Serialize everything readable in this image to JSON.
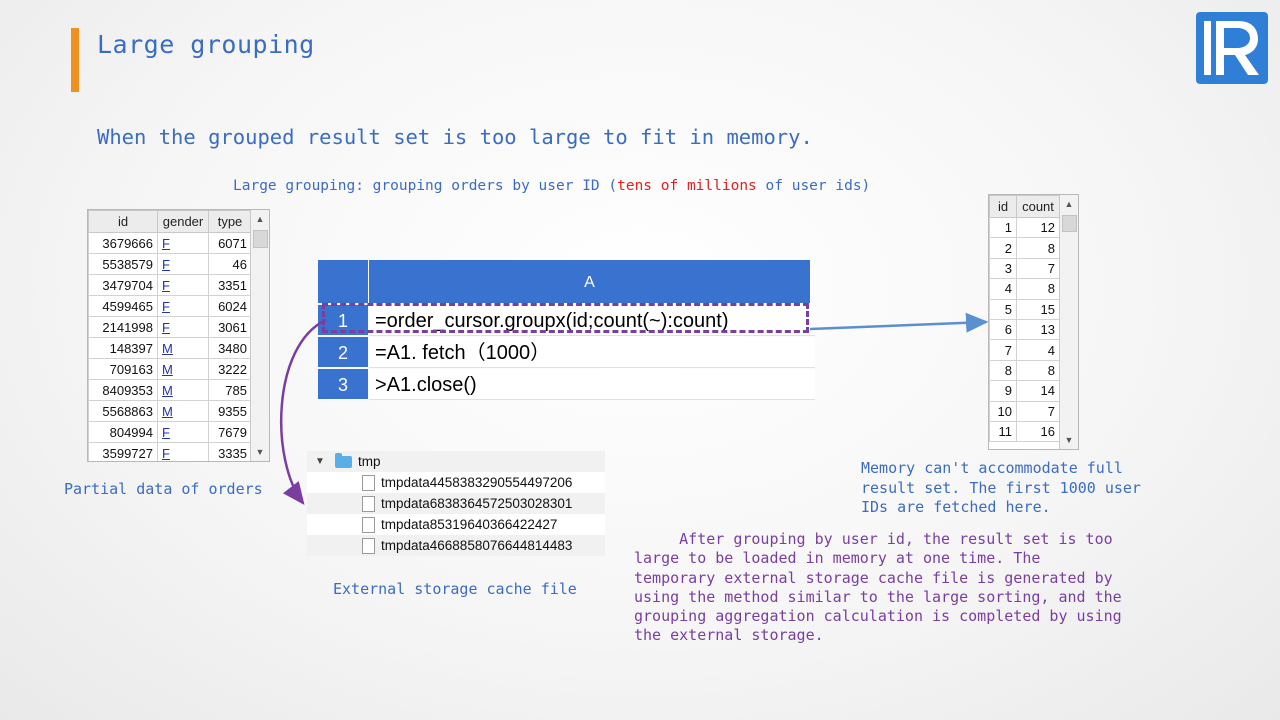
{
  "slide": {
    "title": "Large grouping",
    "subtitle": "When the grouped result set is too large to fit in memory."
  },
  "caption": {
    "part1": "Large grouping: grouping orders by user ID (",
    "highlight": "tens of millions",
    "part2": " of user ids)"
  },
  "orders_table": {
    "columns": [
      "id",
      "gender",
      "type"
    ],
    "rows": [
      [
        "3679666",
        "F",
        "6071"
      ],
      [
        "5538579",
        "F",
        "46"
      ],
      [
        "3479704",
        "F",
        "3351"
      ],
      [
        "4599465",
        "F",
        "6024"
      ],
      [
        "2141998",
        "F",
        "3061"
      ],
      [
        "148397",
        "M",
        "3480"
      ],
      [
        "709163",
        "M",
        "3222"
      ],
      [
        "8409353",
        "M",
        "785"
      ],
      [
        "5568863",
        "M",
        "9355"
      ],
      [
        "804994",
        "F",
        "7679"
      ],
      [
        "3599727",
        "F",
        "3335"
      ]
    ],
    "label": "Partial data of orders"
  },
  "code_grid": {
    "column_header": "A",
    "rows": [
      {
        "num": "1",
        "code": "=order_cursor.groupx(id;count(~):count)"
      },
      {
        "num": "2",
        "code": "=A1. fetch（1000）"
      },
      {
        "num": "3",
        "code": ">A1.close()"
      }
    ]
  },
  "result_table": {
    "columns": [
      "id",
      "count"
    ],
    "rows": [
      [
        "1",
        "12"
      ],
      [
        "2",
        "8"
      ],
      [
        "3",
        "7"
      ],
      [
        "4",
        "8"
      ],
      [
        "5",
        "15"
      ],
      [
        "6",
        "13"
      ],
      [
        "7",
        "4"
      ],
      [
        "8",
        "8"
      ],
      [
        "9",
        "14"
      ],
      [
        "10",
        "7"
      ],
      [
        "11",
        "16"
      ]
    ],
    "label_lines": [
      "Memory can't accommodate full",
      "result set. The first 1000 user",
      "IDs are fetched here."
    ]
  },
  "file_tree": {
    "folder": "tmp",
    "files": [
      "tmpdata4458383290554497206",
      "tmpdata6838364572503028301",
      "tmpdata85319640366422427",
      "tmpdata4668858076644814483"
    ],
    "label": "External storage cache file"
  },
  "explanation": {
    "lines": [
      "     After grouping by user id, the result set is too",
      "large to be loaded in memory at one time. The",
      "temporary external storage cache file is generated by",
      "using the method similar to the large sorting, and the",
      "grouping aggregation calculation is completed by using",
      "the external storage."
    ]
  },
  "colors": {
    "accent": "#f0901e",
    "title_blue": "#3a6cc2",
    "grid_blue": "#3a72d0",
    "purple": "#7a3ea0",
    "highlight_red": "#e02020"
  }
}
